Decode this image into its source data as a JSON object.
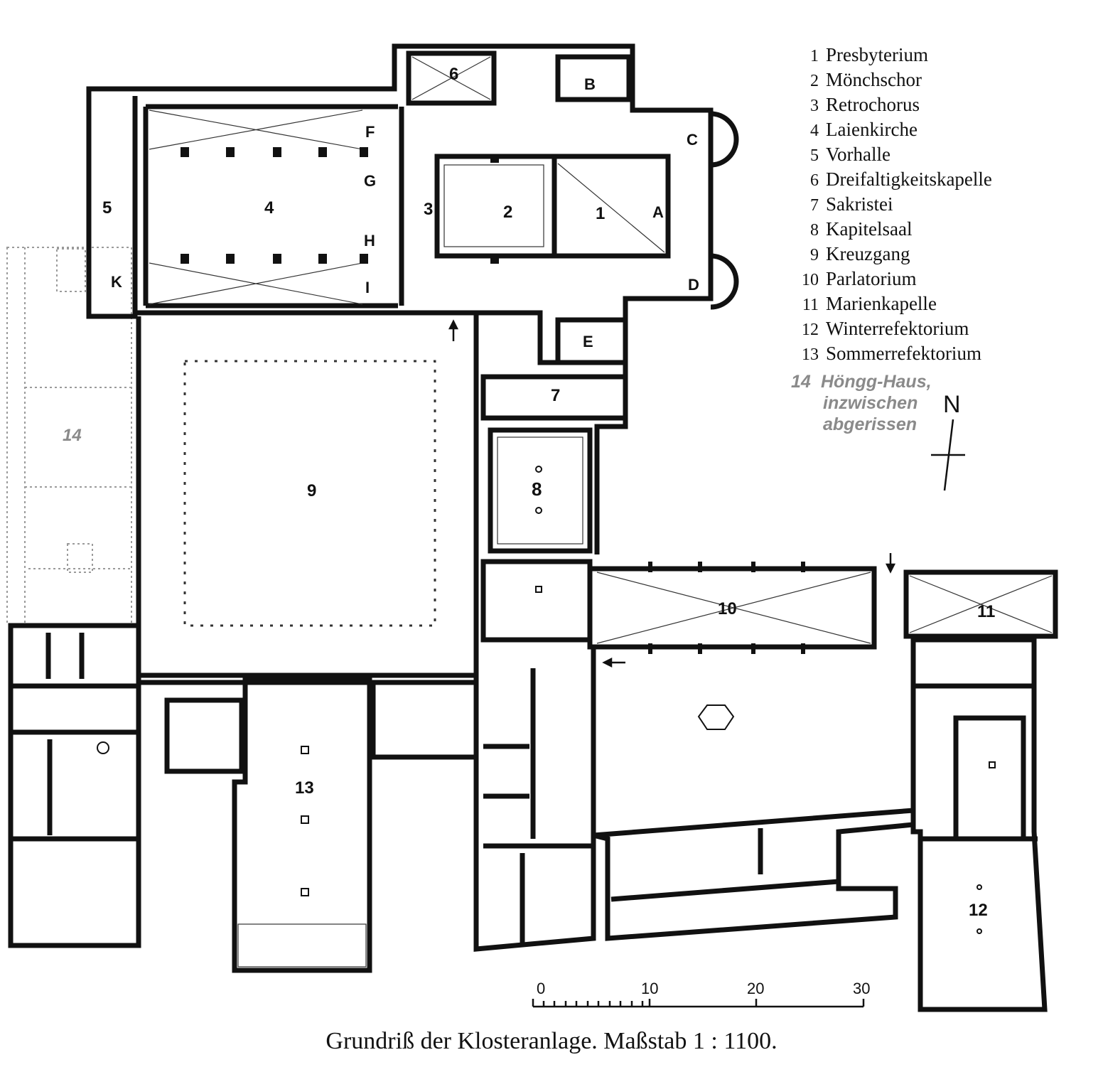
{
  "legend": [
    {
      "num": "1",
      "name": "Presbyterium"
    },
    {
      "num": "2",
      "name": "Mönchschor"
    },
    {
      "num": "3",
      "name": "Retrochorus"
    },
    {
      "num": "4",
      "name": "Laienkirche"
    },
    {
      "num": "5",
      "name": "Vorhalle"
    },
    {
      "num": "6",
      "name": "Dreifaltigkeitskapelle"
    },
    {
      "num": "7",
      "name": "Sakristei"
    },
    {
      "num": "8",
      "name": "Kapitelsaal"
    },
    {
      "num": "9",
      "name": "Kreuzgang"
    },
    {
      "num": "10",
      "name": "Parlatorium"
    },
    {
      "num": "11",
      "name": "Marienkapelle"
    },
    {
      "num": "12",
      "name": "Winterrefektorium"
    },
    {
      "num": "13",
      "name": "Sommerrefektorium"
    }
  ],
  "extra": {
    "num": "14",
    "line1": "Höngg-Haus,",
    "line2": "inzwischen",
    "line3": "abgerissen"
  },
  "labels": {
    "r1": "1",
    "r2": "2",
    "r3": "3",
    "r4": "4",
    "r5": "5",
    "r6": "6",
    "r7": "7",
    "r8": "8",
    "r9": "9",
    "r10": "10",
    "r11": "11",
    "r12": "12",
    "r13": "13",
    "r14": "14",
    "A": "A",
    "B": "B",
    "C": "C",
    "D": "D",
    "E": "E",
    "F": "F",
    "G": "G",
    "H": "H",
    "I": "I",
    "K": "K"
  },
  "scale": {
    "t0": "0",
    "t10": "10",
    "t20": "20",
    "t30": "30"
  },
  "north": "N",
  "caption": "Grundriß der Klosteranlage. Maßstab 1 : 1100."
}
